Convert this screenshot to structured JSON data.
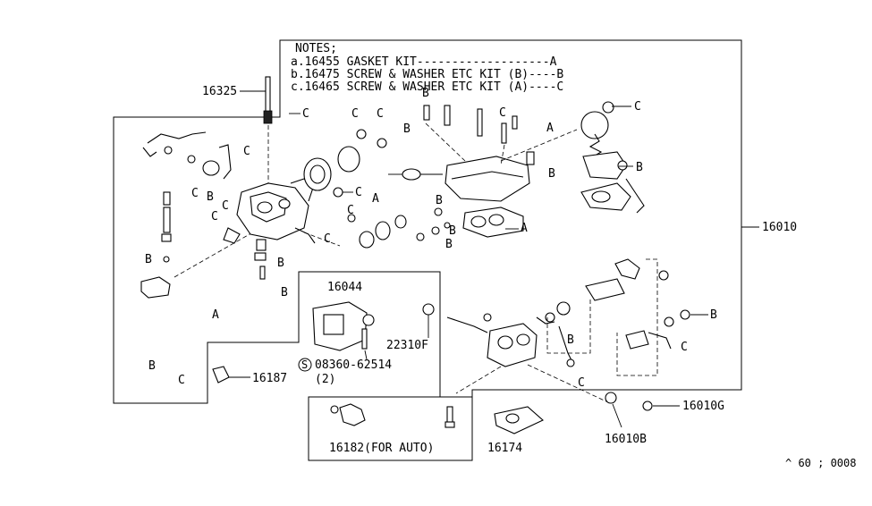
{
  "notes": {
    "heading": "NOTES;",
    "line_a": "a.16455 GASKET KIT-------------------A",
    "line_b": "b.16475 SCREW & WASHER ETC KIT (B)----B",
    "line_c": "c.16465 SCREW & WASHER ETC KIT (A)----C"
  },
  "callouts": {
    "p16325": "16325",
    "p16010": "16010",
    "p16044": "16044",
    "p22310F": "22310F",
    "p08360": "08360-62514",
    "p08360_qty": "(2)",
    "p08360_symbol": "S",
    "p16187": "16187",
    "p16010G": "16010G",
    "p16010B": "16010B",
    "p16182": "16182(FOR AUTO)",
    "p16174": "16174"
  },
  "kit_letters": {
    "a": "A",
    "b": "B",
    "c": "C"
  },
  "figure_code": "^ 60 ; 0008"
}
